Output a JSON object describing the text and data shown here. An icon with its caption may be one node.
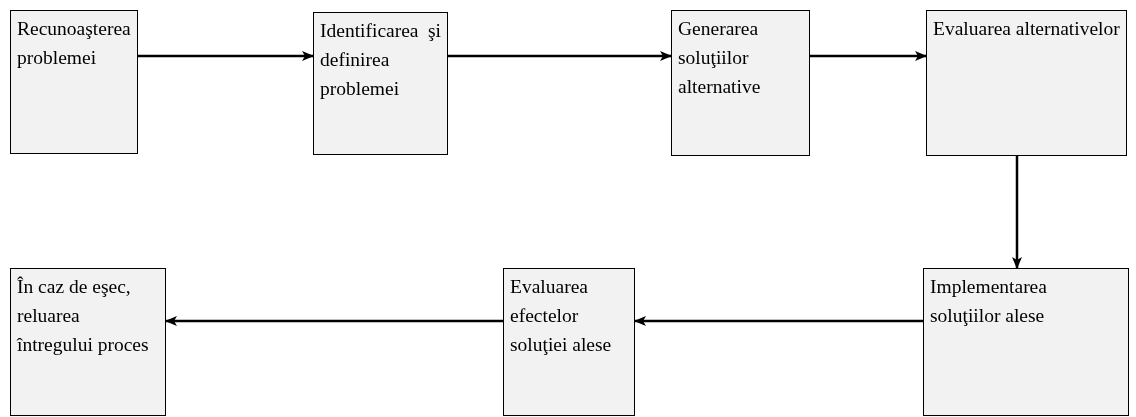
{
  "diagram": {
    "nodes": [
      {
        "text": [
          "Recunoaşterea problemei"
        ]
      },
      {
        "text": [
          "Identificarea şi definirea problemei"
        ]
      },
      {
        "text": [
          "Generarea soluţiilor alternative"
        ]
      },
      {
        "text": [
          "Evaluarea alternativelor"
        ]
      },
      {
        "text": [
          "Implementarea soluţiilor alese"
        ]
      },
      {
        "text": [
          "Evaluarea efectelor soluţiei alese"
        ]
      },
      {
        "text": [
          "În caz de eşec, reluarea întregului proces"
        ]
      }
    ],
    "edges": [
      {
        "from": 0,
        "to": 1,
        "arrow": "to"
      },
      {
        "from": 1,
        "to": 2,
        "arrow": "to"
      },
      {
        "from": 2,
        "to": 3,
        "arrow": "to"
      },
      {
        "from": 3,
        "to": 4,
        "arrow": "to"
      },
      {
        "from": 4,
        "to": 5,
        "arrow": "to"
      },
      {
        "from": 5,
        "to": 6,
        "arrow": "to"
      }
    ]
  }
}
